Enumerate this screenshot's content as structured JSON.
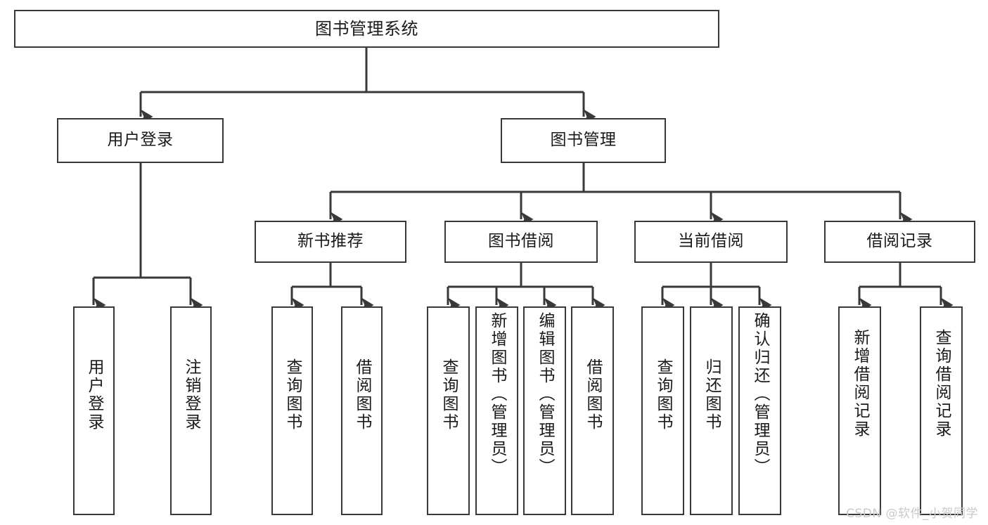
{
  "diagram": {
    "type": "tree-hierarchy",
    "title": "图书管理系统",
    "orientation": "top-down",
    "root": {
      "id": "root",
      "label": "图书管理系统",
      "text_direction": "horizontal"
    },
    "level2": [
      {
        "id": "user-login",
        "label": "用户登录",
        "text_direction": "horizontal"
      },
      {
        "id": "book-management",
        "label": "图书管理",
        "text_direction": "horizontal"
      }
    ],
    "level3": [
      {
        "id": "new-book-recommend",
        "label": "新书推荐",
        "parent": "book-management",
        "text_direction": "horizontal"
      },
      {
        "id": "book-borrow",
        "label": "图书借阅",
        "parent": "book-management",
        "text_direction": "horizontal"
      },
      {
        "id": "current-borrow",
        "label": "当前借阅",
        "parent": "book-management",
        "text_direction": "horizontal"
      },
      {
        "id": "borrow-record",
        "label": "借阅记录",
        "parent": "book-management",
        "text_direction": "horizontal"
      }
    ],
    "leaves": [
      {
        "id": "leaf-user-login",
        "label": "用户登录",
        "parent": "user-login",
        "text_direction": "vertical"
      },
      {
        "id": "leaf-logout-login",
        "label": "注销登录",
        "parent": "user-login",
        "text_direction": "vertical"
      },
      {
        "id": "leaf-query-book-1",
        "label": "查询图书",
        "parent": "new-book-recommend",
        "text_direction": "vertical"
      },
      {
        "id": "leaf-borrow-book-1",
        "label": "借阅图书",
        "parent": "new-book-recommend",
        "text_direction": "vertical"
      },
      {
        "id": "leaf-query-book-2",
        "label": "查询图书",
        "parent": "book-borrow",
        "text_direction": "vertical"
      },
      {
        "id": "leaf-add-book",
        "label": "新增图书（管理员）",
        "parent": "book-borrow",
        "text_direction": "vertical"
      },
      {
        "id": "leaf-edit-book",
        "label": "编辑图书（管理员）",
        "parent": "book-borrow",
        "text_direction": "vertical"
      },
      {
        "id": "leaf-borrow-book-2",
        "label": "借阅图书",
        "parent": "book-borrow",
        "text_direction": "vertical"
      },
      {
        "id": "leaf-query-book-3",
        "label": "查询图书",
        "parent": "current-borrow",
        "text_direction": "vertical"
      },
      {
        "id": "leaf-return-book",
        "label": "归还图书",
        "parent": "current-borrow",
        "text_direction": "vertical"
      },
      {
        "id": "leaf-confirm-return",
        "label": "确认归还（管理员）",
        "parent": "current-borrow",
        "text_direction": "vertical"
      },
      {
        "id": "leaf-add-record",
        "label": "新增借阅记录",
        "parent": "borrow-record",
        "text_direction": "vertical"
      },
      {
        "id": "leaf-query-record",
        "label": "查询借阅记录",
        "parent": "borrow-record",
        "text_direction": "vertical"
      }
    ],
    "colors": {
      "node_border": "#393939",
      "node_fill": "#ffffff",
      "connector": "#393939",
      "text": "#1a1a1a",
      "watermark": "#c9c9c9",
      "background": "#ffffff"
    }
  },
  "watermark": {
    "text": "CSDN @软件_小贺同学"
  }
}
